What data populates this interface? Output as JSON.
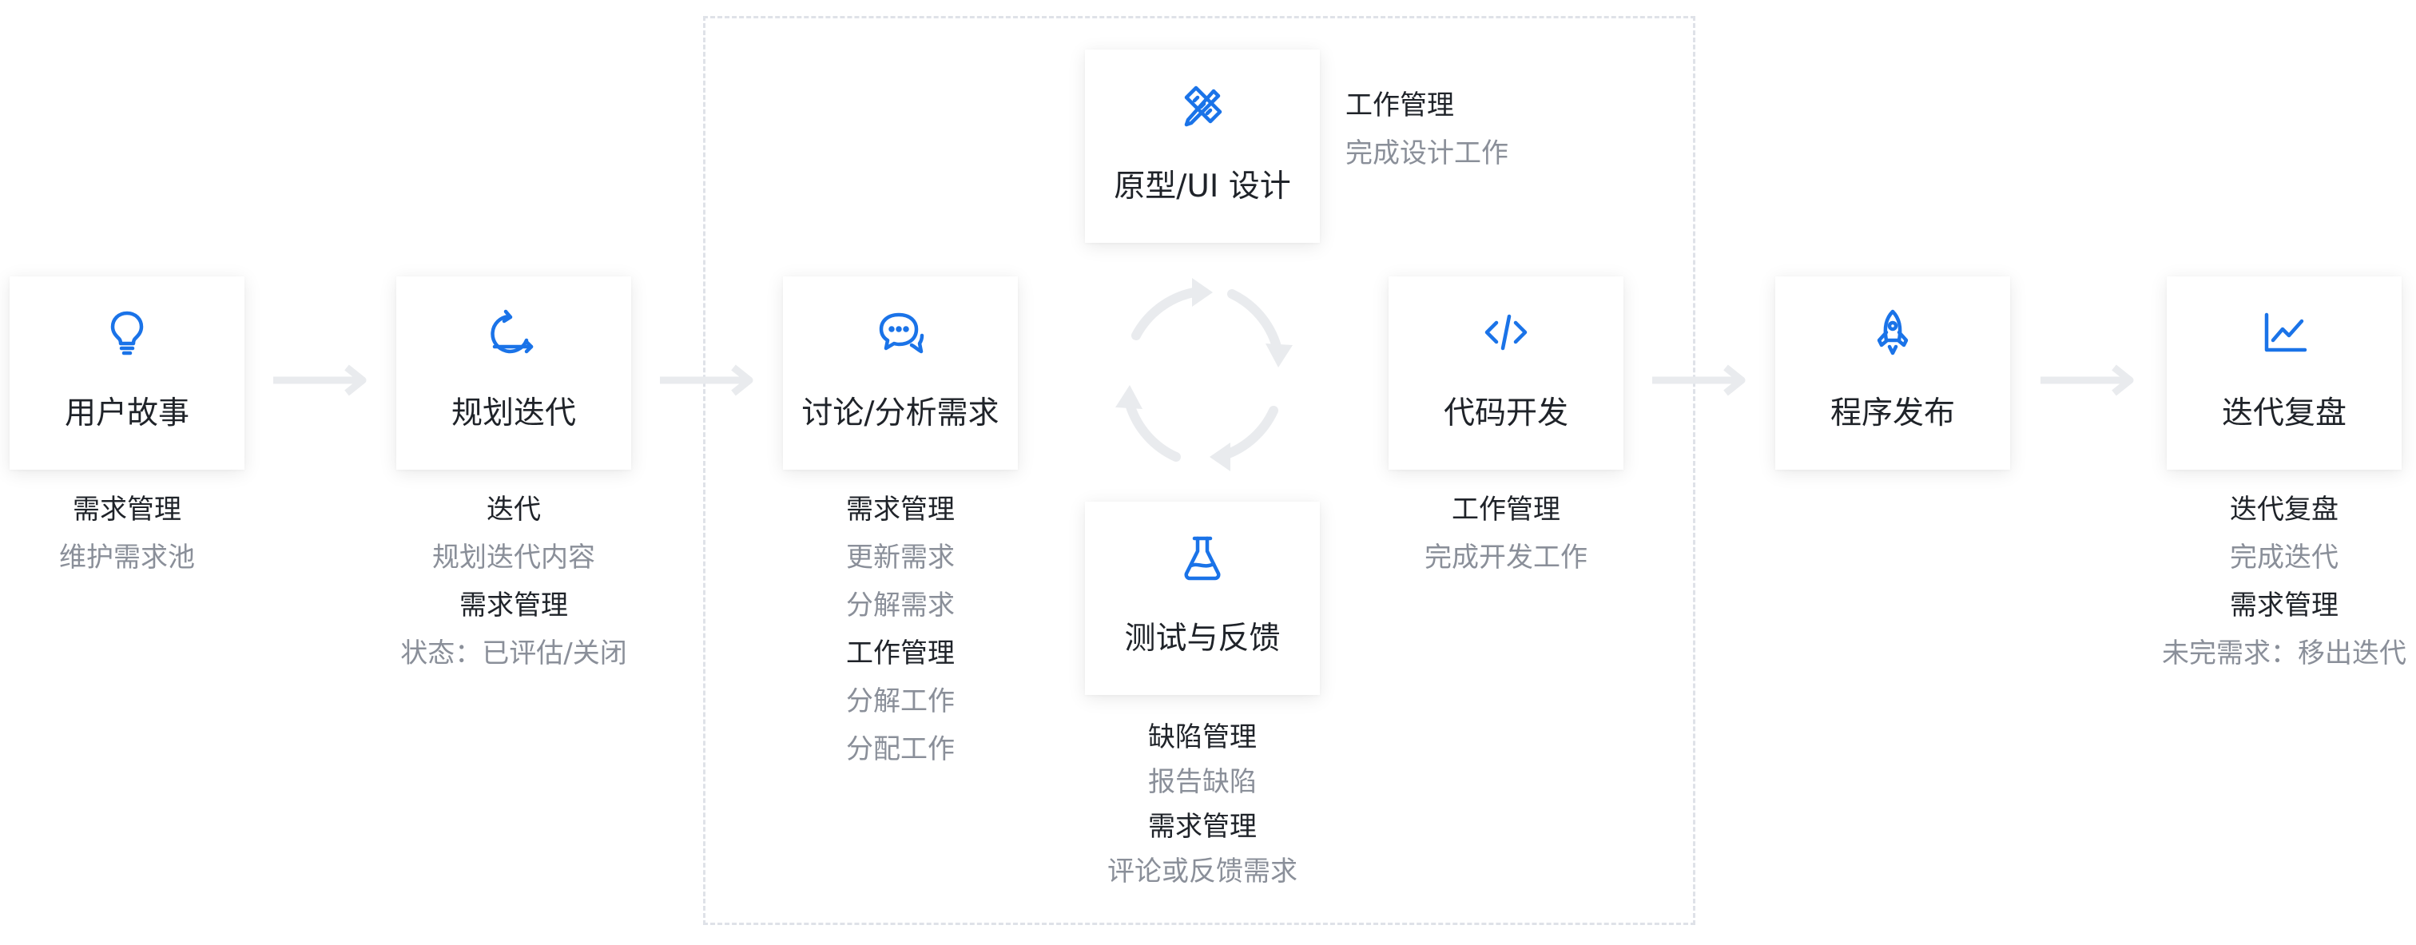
{
  "colors": {
    "accent": "#1a73e8",
    "heading": "#1f2329",
    "muted": "#8a8f99",
    "connector": "#e9ebee",
    "frame": "#dfe2e8"
  },
  "stages": {
    "user_story": {
      "label": "用户故事",
      "icon": "lightbulb-icon"
    },
    "iteration_plan": {
      "label": "规划迭代",
      "icon": "refresh-cycle-icon"
    },
    "discuss": {
      "label": "讨论/分析需求",
      "icon": "chat-bubble-icon"
    },
    "prototype": {
      "label": "原型/UI 设计",
      "icon": "pencil-ruler-icon"
    },
    "test": {
      "label": "测试与反馈",
      "icon": "flask-icon"
    },
    "code": {
      "label": "代码开发",
      "icon": "code-icon"
    },
    "release": {
      "label": "程序发布",
      "icon": "rocket-icon"
    },
    "review": {
      "label": "迭代复盘",
      "icon": "line-chart-icon"
    }
  },
  "notes": {
    "user_story": [
      "需求管理",
      "维护需求池"
    ],
    "iteration_plan": [
      "迭代",
      "规划迭代内容",
      "需求管理",
      "状态：已评估/关闭"
    ],
    "discuss": [
      "需求管理",
      "更新需求",
      "分解需求",
      "工作管理",
      "分解工作",
      "分配工作"
    ],
    "prototype": [
      "工作管理",
      "完成设计工作"
    ],
    "test": [
      "缺陷管理",
      "报告缺陷",
      "需求管理",
      "评论或反馈需求"
    ],
    "code": [
      "工作管理",
      "完成开发工作"
    ],
    "review": [
      "迭代复盘",
      "完成迭代",
      "需求管理",
      "未完需求：移出迭代"
    ]
  }
}
